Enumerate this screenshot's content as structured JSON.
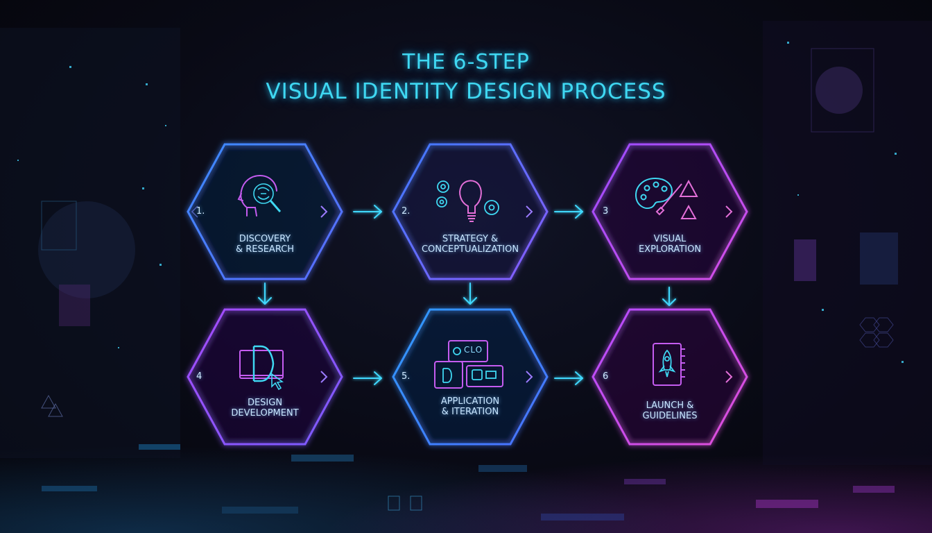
{
  "title": {
    "line1": "THE 6-STEP",
    "line2": "VISUAL IDENTITY DESIGN PROCESS"
  },
  "colors": {
    "title": "#3fd8f2",
    "blue": "#3d8bff",
    "purple": "#b44cff",
    "magenta": "#d64fe6",
    "arrow": "#40d9ff"
  },
  "steps": [
    {
      "number": "1.",
      "line1": "DISCOVERY",
      "line2": "& RESEARCH",
      "icon": "head-magnifier-icon"
    },
    {
      "number": "2.",
      "line1": "STRATEGY &",
      "line2": "CONCEPTUALIZATION",
      "icon": "lightbulb-gears-icon"
    },
    {
      "number": "3",
      "line1": "VISUAL",
      "line2": "EXPLORATION",
      "icon": "palette-brush-icon"
    },
    {
      "number": "4",
      "line1": "DESIGN",
      "line2": "DEVELOPMENT",
      "icon": "logo-cursor-icon"
    },
    {
      "number": "5.",
      "line1": "APPLICATION",
      "line2": "& ITERATION",
      "icon": "mockups-icon"
    },
    {
      "number": "6",
      "line1": "LAUNCH &",
      "line2": "GUIDELINES",
      "icon": "rocket-guidebook-icon"
    }
  ],
  "mockup_text": "CLO"
}
